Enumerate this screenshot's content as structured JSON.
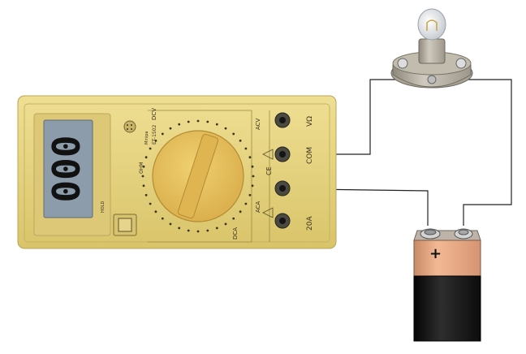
{
  "multimeter": {
    "display_value": "000",
    "model": "ET-1502",
    "brand": "Minipa",
    "ranges": {
      "dcv": "DCV",
      "acv": "ACV",
      "dca": "DCA",
      "aca": "ACA",
      "ohm": "OHM"
    },
    "jacks": {
      "vohm": "VΩ",
      "com": "COM",
      "amp": "20A"
    },
    "ce_mark": "CE",
    "hold_label": "HOLD"
  },
  "battery": {
    "plus_sign": "+"
  },
  "colors": {
    "meter_body": "#e7d47c",
    "dial": "#e8c35c",
    "lcd": "#8d9caa",
    "battery_top": "#e2a27c",
    "battery_bottom": "#161616",
    "wire": "#222222",
    "lamp_base": "#b8b2a2"
  }
}
